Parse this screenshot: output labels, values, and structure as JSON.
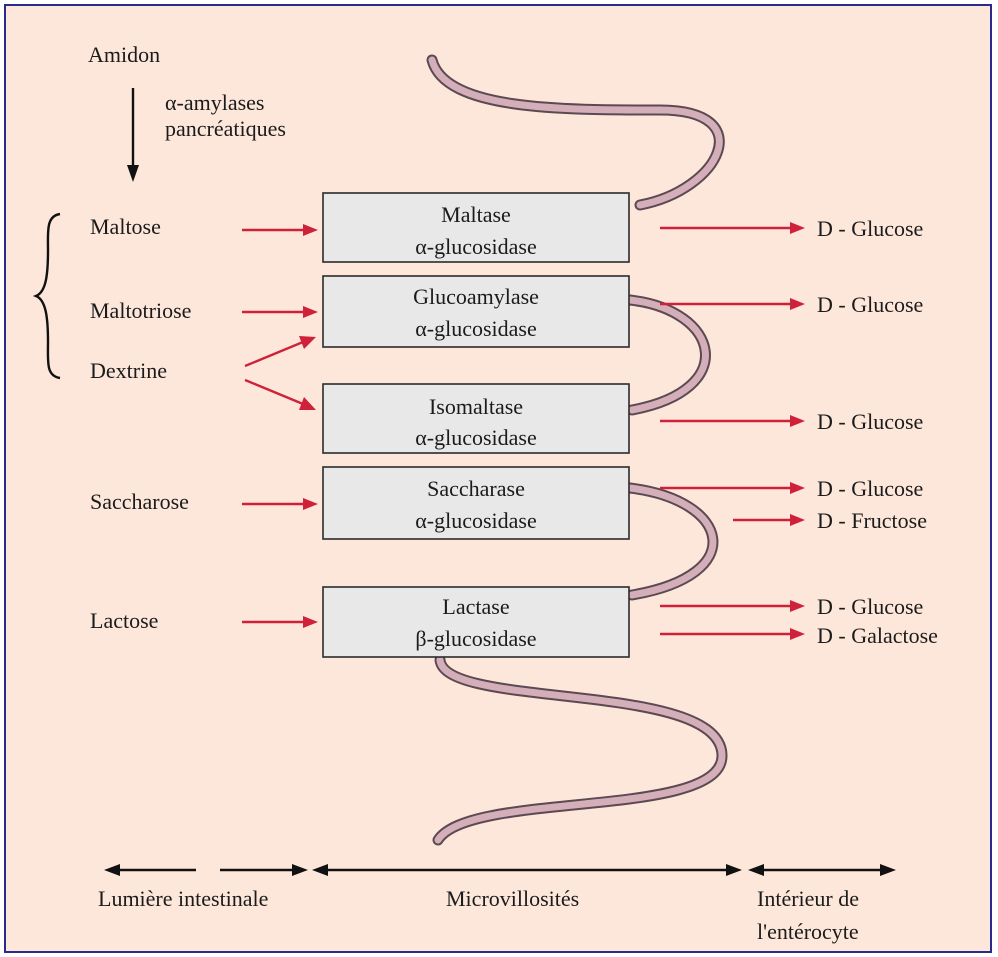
{
  "starch": {
    "label": "Amidon",
    "enzyme_line1": "α-amylases",
    "enzyme_line2": "pancréatiques"
  },
  "substrates": {
    "maltose": "Maltose",
    "maltotriose": "Maltotriose",
    "dextrine": "Dextrine",
    "saccharose": "Saccharose",
    "lactose": "Lactose"
  },
  "enzymes": {
    "maltase": {
      "name": "Maltase",
      "type": "α-glucosidase"
    },
    "glucoamylase": {
      "name": "Glucoamylase",
      "type": "α-glucosidase"
    },
    "isomaltase": {
      "name": "Isomaltase",
      "type": "α-glucosidase"
    },
    "saccharase": {
      "name": "Saccharase",
      "type": "α-glucosidase"
    },
    "lactase": {
      "name": "Lactase",
      "type": "β-glucosidase"
    }
  },
  "products": {
    "maltase_glucose": "D - Glucose",
    "glucoamylase_glucose": "D - Glucose",
    "isomaltase_glucose": "D - Glucose",
    "saccharase_glucose": "D - Glucose",
    "saccharase_fructose": "D - Fructose",
    "lactase_glucose": "D - Glucose",
    "lactase_galactose": "D - Galactose"
  },
  "zones": {
    "lumen": "Lumière intestinale",
    "microvilli": "Microvillosités",
    "interior_line1": "Intérieur de",
    "interior_line2": "l'entérocyte"
  },
  "colors": {
    "background": "#fde7da",
    "frame_border": "#2a2a8c",
    "arrow_red": "#d0213b",
    "box_fill": "#e8e8e8",
    "membrane": "#d4aeb8"
  }
}
